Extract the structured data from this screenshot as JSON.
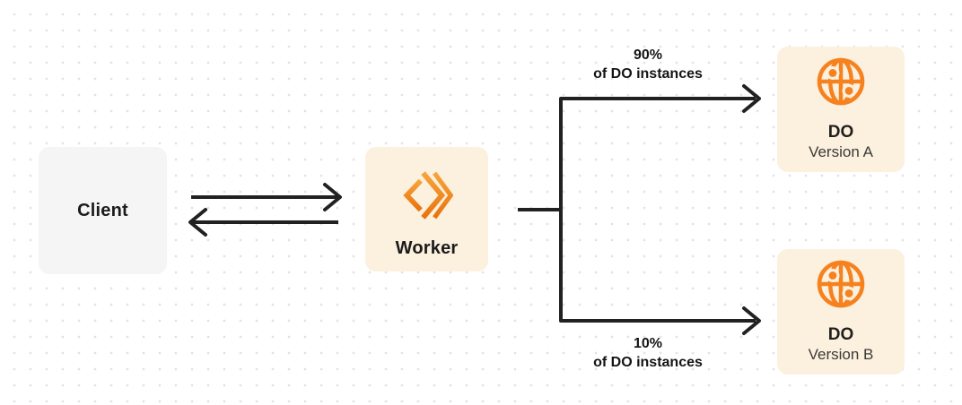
{
  "diagram": {
    "nodes": {
      "client": {
        "label": "Client"
      },
      "worker": {
        "label": "Worker",
        "icon": "workers-chevrons-icon"
      },
      "do_version_a": {
        "title": "DO",
        "subtitle": "Version A",
        "icon": "durable-object-globe-icon"
      },
      "do_version_b": {
        "title": "DO",
        "subtitle": "Version B",
        "icon": "durable-object-globe-icon"
      }
    },
    "edge_labels": {
      "to_version_a": {
        "line1": "90%",
        "line2": "of DO instances"
      },
      "to_version_b": {
        "line1": "10%",
        "line2": "of DO instances"
      }
    },
    "colors": {
      "accent_orange": "#f6821f",
      "orange_gradient_top": "#f7a43b",
      "orange_gradient_bottom": "#e8730d",
      "node_cream_bg": "#fcf0df",
      "node_gray_bg": "#f5f5f6",
      "arrow_stroke": "#212121",
      "dot_grid": "#e3e3e6",
      "text_dark": "#1b1b1b"
    }
  }
}
